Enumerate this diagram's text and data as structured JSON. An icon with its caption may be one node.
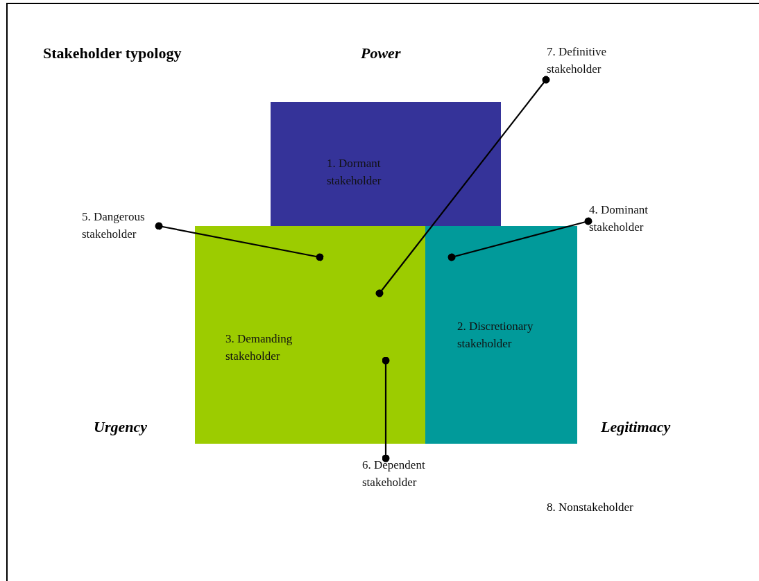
{
  "diagram": {
    "title": "Stakeholder typology",
    "nodes": [
      {
        "text": [
          "1. Dormant stakeholder"
        ]
      },
      {
        "text": [
          "3. Demanding stakeholder"
        ]
      },
      {
        "text": [
          "2. Discretionary stakeholder"
        ]
      },
      {
        "text": [
          "5. Dangerous stakeholder"
        ]
      },
      {
        "text": [
          "7. Definitive stakeholder"
        ]
      },
      {
        "text": [
          "4. Dominant stakeholder"
        ]
      },
      {
        "text": [
          "6. Dependent stakeholder"
        ]
      }
    ],
    "edges": [
      {
        "from": 3,
        "to": 1,
        "arrow": "other"
      },
      {
        "from": 4,
        "to": 1,
        "arrow": "other"
      },
      {
        "from": 5,
        "to": 2,
        "arrow": "other"
      },
      {
        "from": 6,
        "to": 1,
        "arrow": "other"
      }
    ],
    "labels": [
      "Power",
      "Urgency",
      "Legitimacy",
      "8. Nonstakeholder"
    ]
  }
}
